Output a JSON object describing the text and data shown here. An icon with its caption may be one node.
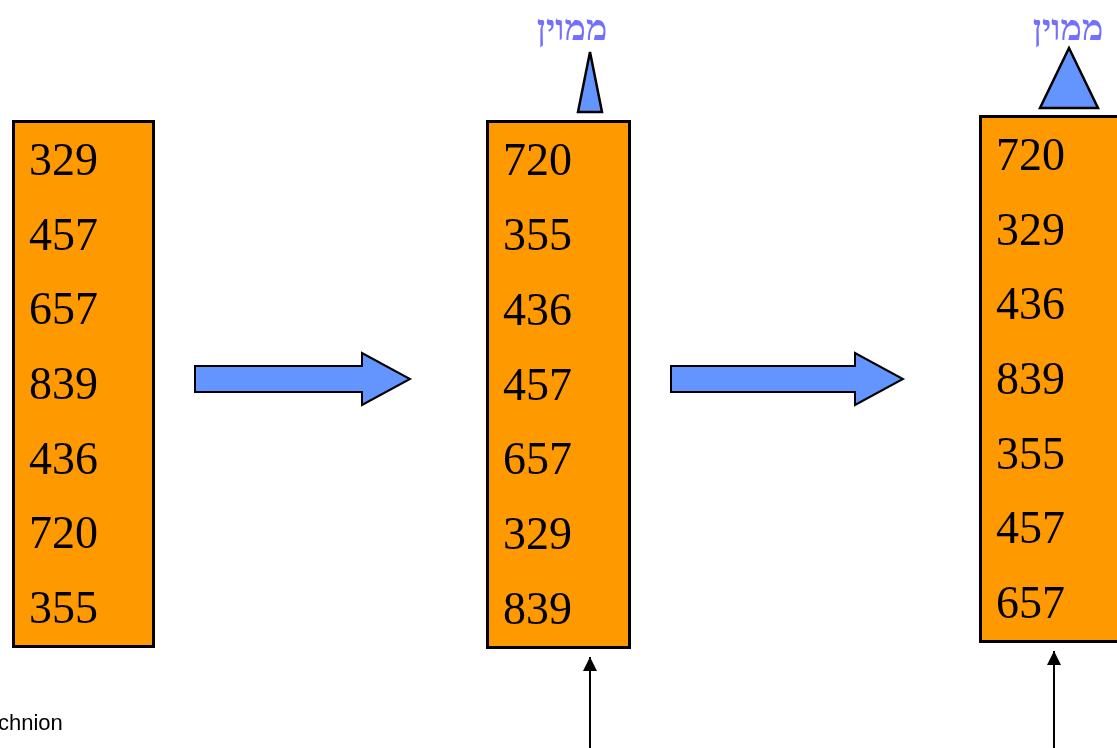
{
  "diagram": {
    "nodes": [
      {
        "text": [
          "329",
          "457",
          "657",
          "839",
          "436",
          "720",
          "355"
        ]
      },
      {
        "text": [
          "720",
          "355",
          "436",
          "457",
          "657",
          "329",
          "839"
        ]
      },
      {
        "text": [
          "720",
          "329",
          "436",
          "839",
          "355",
          "457",
          "657"
        ]
      }
    ],
    "edges": [
      {
        "from": 0,
        "to": 1,
        "arrow": "to",
        "style": "thick"
      },
      {
        "from": 1,
        "to": 2,
        "arrow": "to",
        "style": "thick"
      },
      {
        "from": null,
        "to": 1,
        "arrow": "to"
      },
      {
        "from": null,
        "to": 2,
        "arrow": "to"
      }
    ],
    "labels": [
      "ממוין",
      "ממוין",
      "chnion"
    ]
  }
}
